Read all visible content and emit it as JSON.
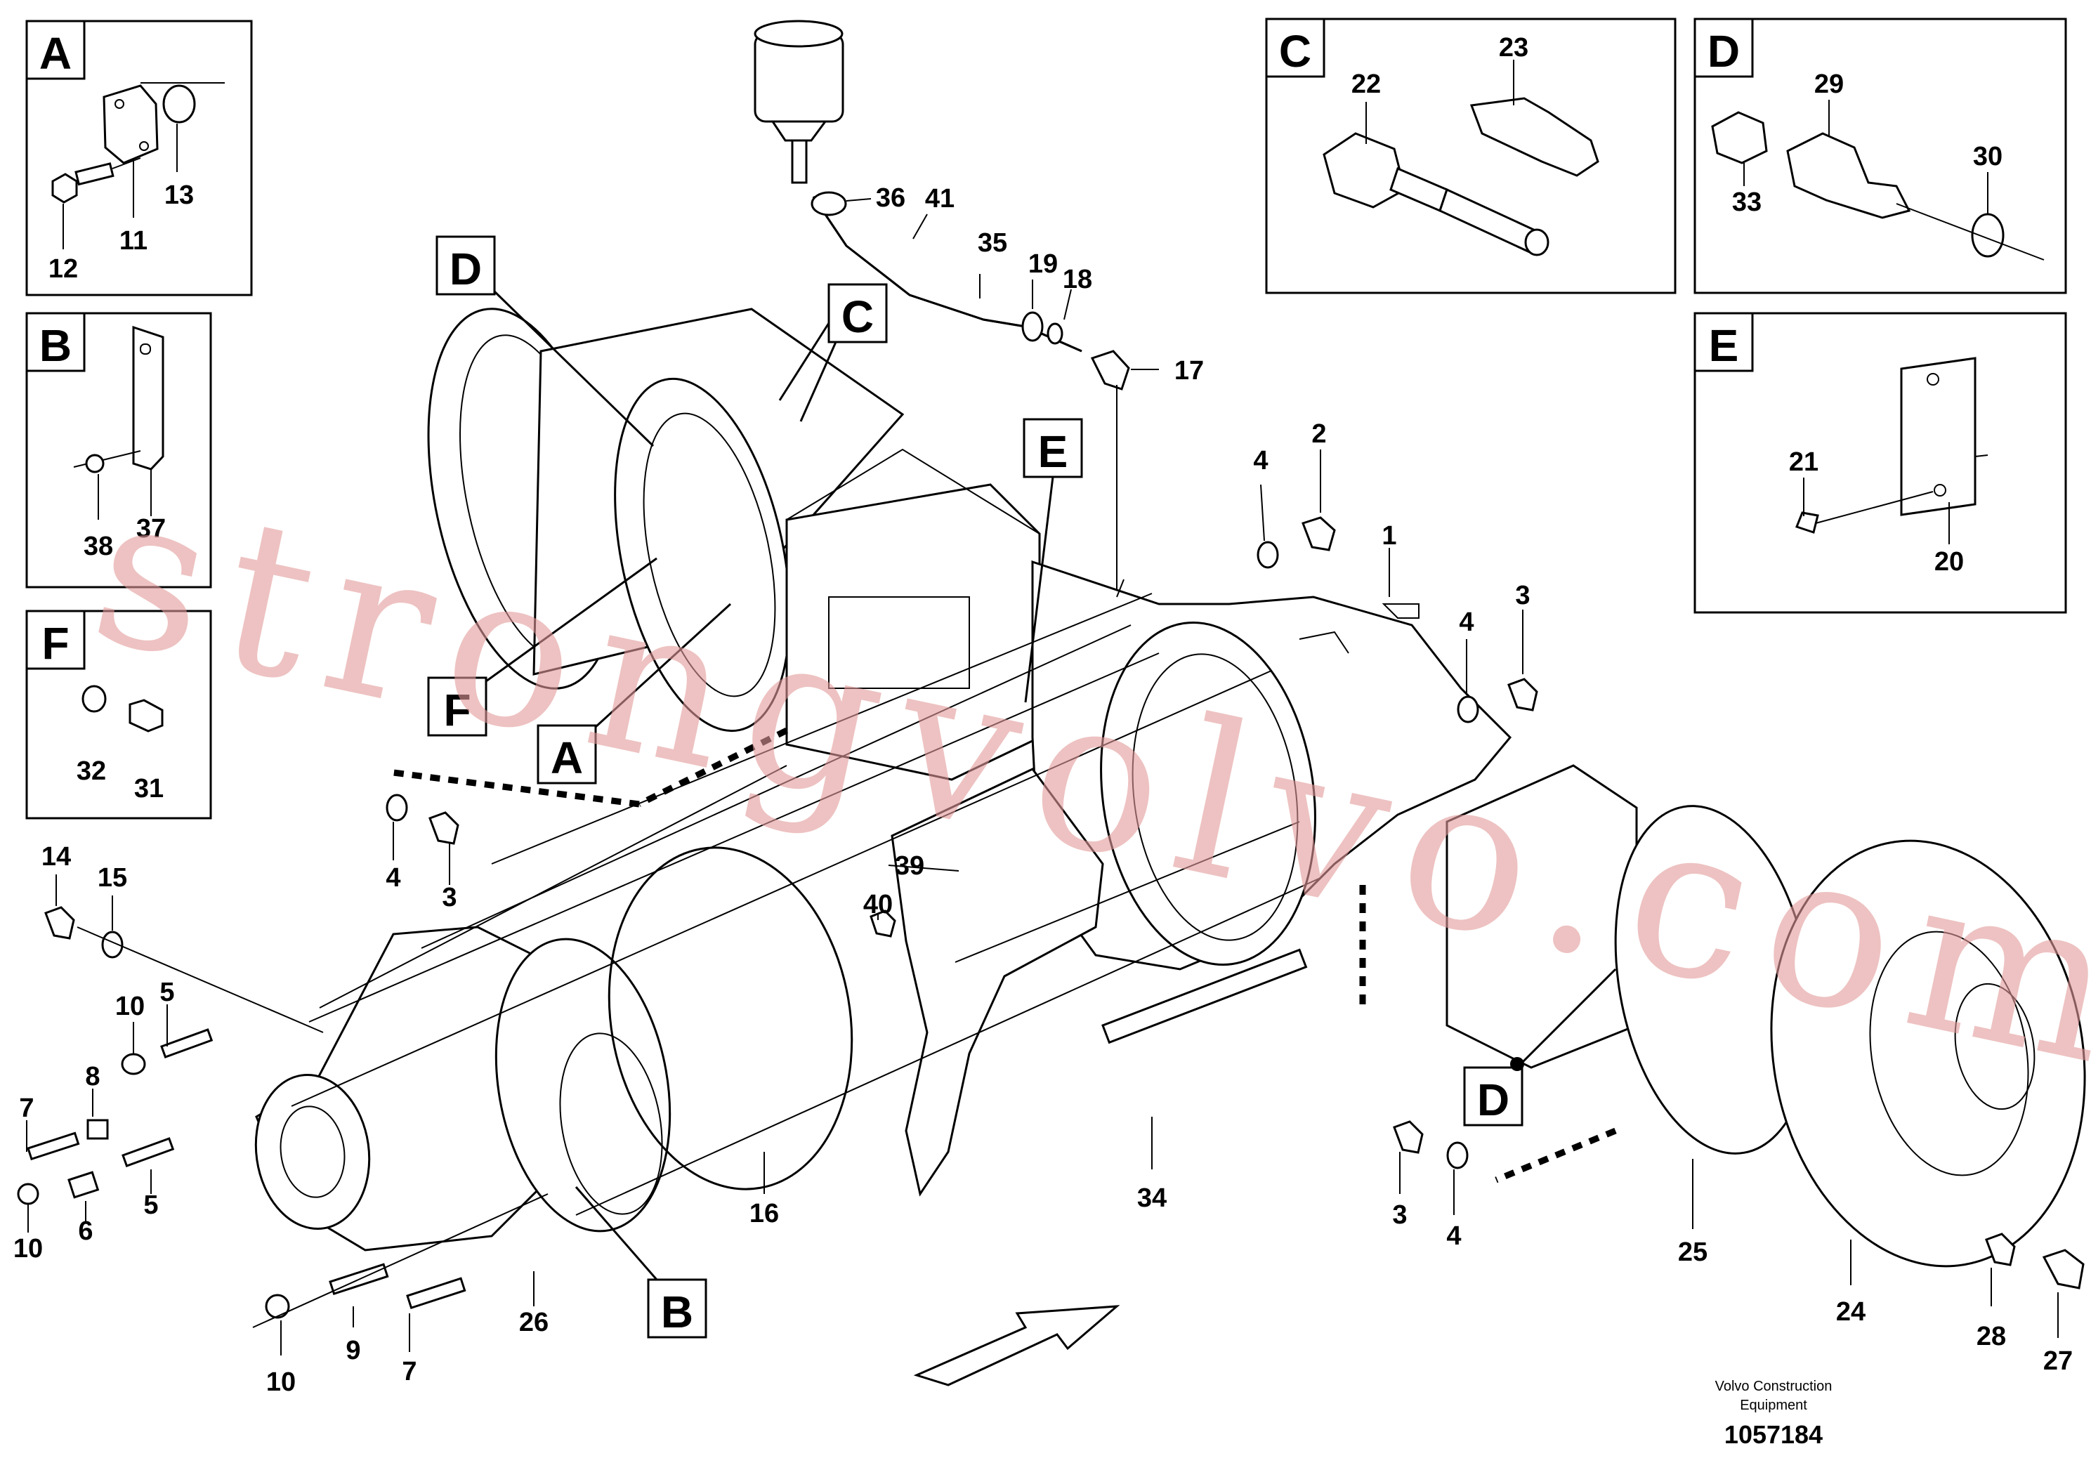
{
  "panels": {
    "A": {
      "letter": "A",
      "labels": [
        "12",
        "11",
        "13"
      ]
    },
    "B": {
      "letter": "B",
      "labels": [
        "38",
        "37"
      ]
    },
    "F": {
      "letter": "F",
      "labels": [
        "32",
        "31"
      ]
    },
    "C": {
      "letter": "C",
      "labels": [
        "22",
        "23"
      ]
    },
    "D": {
      "letter": "D",
      "labels": [
        "29",
        "33",
        "30"
      ]
    },
    "E": {
      "letter": "E",
      "labels": [
        "21",
        "20"
      ]
    }
  },
  "callouts": {
    "D_top": "D",
    "C_main": "C",
    "E_main": "E",
    "F_main": "F",
    "A_main": "A",
    "B_main": "B",
    "D_right": "D"
  },
  "labels": {
    "l36": "36",
    "l41": "41",
    "l35": "35",
    "l19": "19",
    "l18": "18",
    "l17": "17",
    "l4a": "4",
    "l2": "2",
    "l1": "1",
    "l4b": "4",
    "l3a": "3",
    "l4c": "4",
    "l3b": "3",
    "l14": "14",
    "l15": "15",
    "l39": "39",
    "l40": "40",
    "l10a": "10",
    "l5a": "5",
    "l8": "8",
    "l7a": "7",
    "l5b": "5",
    "l10b": "10",
    "l6": "6",
    "l16": "16",
    "l34": "34",
    "l3c": "3",
    "l4d": "4",
    "l25": "25",
    "l24": "24",
    "l28": "28",
    "l27": "27",
    "l26": "26",
    "l9": "9",
    "l7b": "7",
    "l10c": "10"
  },
  "footer": {
    "company": "Volvo Construction",
    "company2": "Equipment",
    "drawing_number": "1057184"
  },
  "watermark": "strongvolvo.com"
}
